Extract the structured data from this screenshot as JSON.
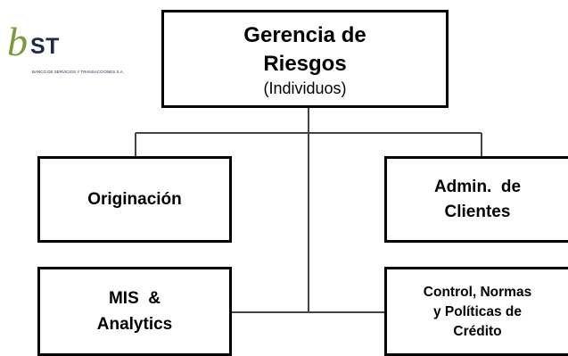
{
  "logo": {
    "mark_b": "b",
    "mark_st": "ST",
    "subtitle": "BANCO DE SERVICIOS Y TRANSACCIONES S.A."
  },
  "org_chart": {
    "top": {
      "line1": "Gerencia de",
      "line2": "Riesgos",
      "line3": "(Individuos)"
    },
    "originacion": {
      "label": "Originación"
    },
    "admin_clientes": {
      "line1": "Admin.  de",
      "line2": "Clientes"
    },
    "mis_analytics": {
      "line1": "MIS  &",
      "line2": "Analytics"
    },
    "control_normas": {
      "line1": "Control, Normas",
      "line2": "y Políticas de",
      "line3": "Crédito"
    }
  },
  "colors": {
    "border": "#000000",
    "logo_green": "#7a9a3a",
    "logo_navy": "#1c2b4a"
  }
}
